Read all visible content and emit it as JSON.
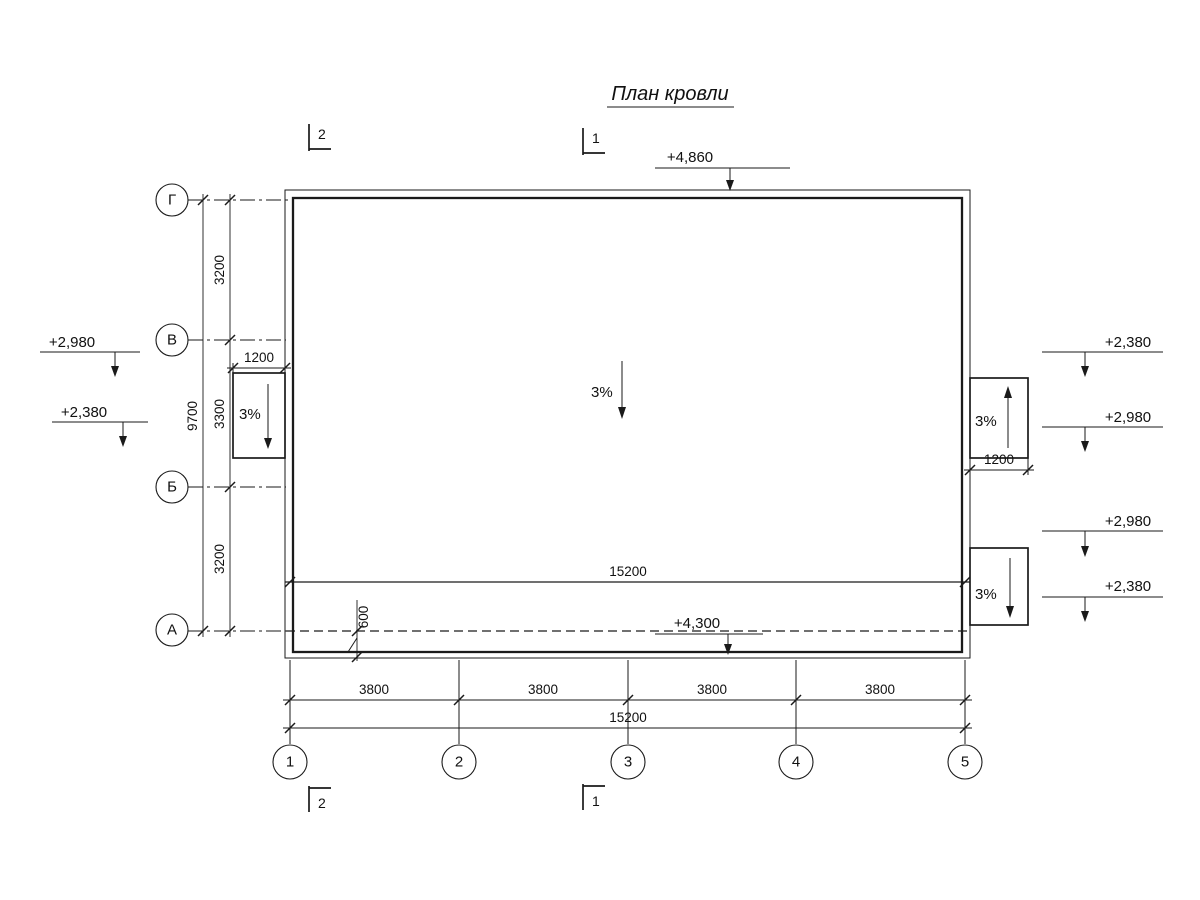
{
  "title": "План кровли",
  "grid": {
    "rows": [
      "Г",
      "В",
      "Б",
      "А"
    ],
    "cols": [
      "1",
      "2",
      "3",
      "4",
      "5"
    ]
  },
  "section_marks": {
    "one": "1",
    "two": "2"
  },
  "dims": {
    "rows": [
      "3200",
      "3300",
      "3200"
    ],
    "rows_total": "9700",
    "cols": [
      "3800",
      "3800",
      "3800",
      "3800"
    ],
    "cols_total": "15200",
    "roof_width": "15200",
    "left_canopy": "1200",
    "right_canopy": "1200",
    "eave": "600"
  },
  "elev": {
    "roof_top": "+4,860",
    "eave_line": "+4,300",
    "left_high": "+2,980",
    "left_low": "+2,380",
    "right_top_low": "+2,380",
    "right_top_high": "+2,980",
    "right_bottom_high": "+2,980",
    "right_bottom_low": "+2,380"
  },
  "slope": {
    "main": "3%",
    "left_canopy": "3%",
    "right_upper": "3%",
    "right_lower": "3%"
  }
}
